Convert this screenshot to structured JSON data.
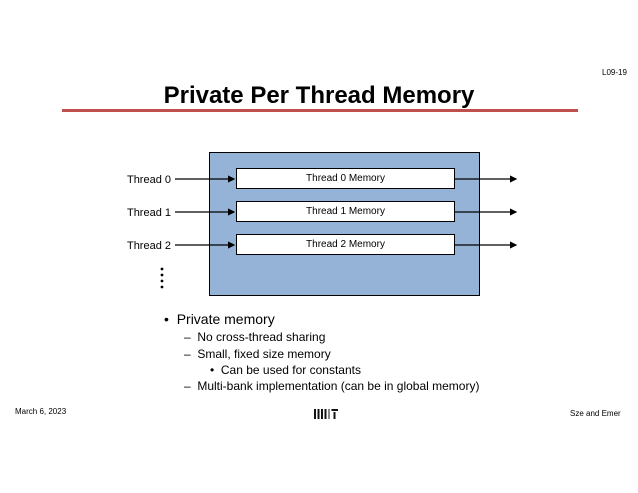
{
  "slide_number": "L09-19",
  "title": "Private Per Thread Memory",
  "diagram": {
    "threads": [
      {
        "label": "Thread 0",
        "memory_label": "Thread 0 Memory"
      },
      {
        "label": "Thread 1",
        "memory_label": "Thread 1 Memory"
      },
      {
        "label": "Thread 2",
        "memory_label": "Thread 2 Memory"
      }
    ]
  },
  "bullets": {
    "main": "Private memory",
    "sub": [
      "No cross-thread sharing",
      "Small, fixed size memory",
      "Multi-bank implementation (can be in global memory)"
    ],
    "subsub": "Can be used for constants"
  },
  "footer": {
    "date": "March 6, 2023",
    "authors": "Sze and Emer",
    "logo": "MIT"
  },
  "colors": {
    "title_rule": "#c0504d",
    "memory_block": "#95b3d7"
  }
}
